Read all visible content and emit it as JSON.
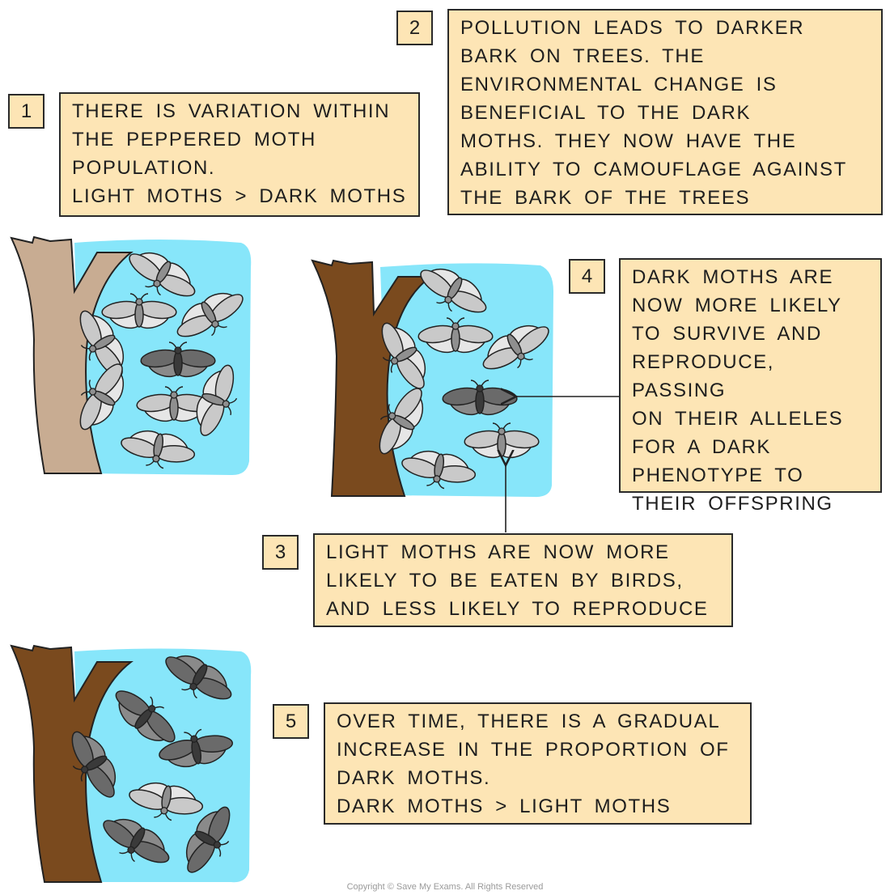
{
  "steps": [
    {
      "number": "1",
      "text": "THERE IS VARIATION WITHIN\nTHE PEPPERED MOTH\nPOPULATION.\nLIGHT MOTHS > DARK MOTHS"
    },
    {
      "number": "2",
      "text": "POLLUTION LEADS TO DARKER\nBARK ON TREES. THE\nENVIRONMENTAL CHANGE IS\nBENEFICIAL TO THE DARK\nMOTHS. THEY NOW HAVE THE\nABILITY TO CAMOUFLAGE AGAINST\nTHE BARK OF THE TREES"
    },
    {
      "number": "3",
      "text": "LIGHT MOTHS ARE NOW MORE\nLIKELY TO BE EATEN BY BIRDS,\nAND LESS LIKELY TO REPRODUCE"
    },
    {
      "number": "4",
      "text": "DARK MOTHS ARE\nNOW MORE LIKELY\nTO SURVIVE AND\nREPRODUCE, PASSING\nON THEIR ALLELES\nFOR A DARK\nPHENOTYPE TO\nTHEIR OFFSPRING"
    },
    {
      "number": "5",
      "text": "OVER TIME, THERE IS A GRADUAL\nINCREASE IN THE PROPORTION OF\nDARK MOTHS.\nDARK MOTHS > LIGHT MOTHS"
    }
  ],
  "colors": {
    "box": "#fde5b5",
    "sky": "#87e6fa",
    "light_bark": "#c8ac92",
    "dark_bark": "#7a4a1e",
    "light_moth": "#c8c8c8",
    "dark_moth": "#606060"
  },
  "copyright": "Copyright © Save My Exams. All Rights Reserved"
}
